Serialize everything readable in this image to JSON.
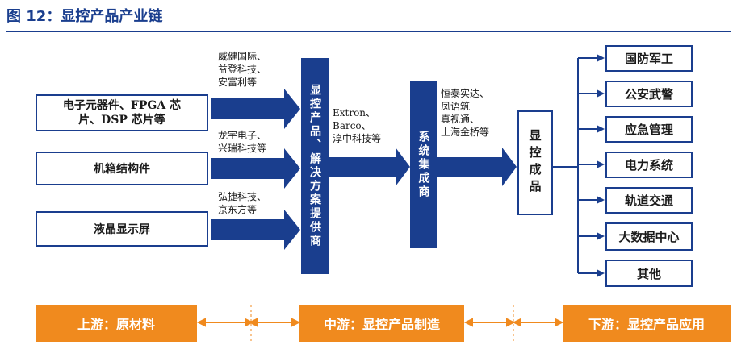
{
  "figure": {
    "title": "图 12：显控产品产业链"
  },
  "inputs": [
    {
      "label": "电子元器件、FPGA 芯\n片、DSP 芯片等"
    },
    {
      "label": "机箱结构件"
    },
    {
      "label": "液晶显示屏"
    }
  ],
  "input_notes": [
    "威健国际、\n益登科技、\n安富利等",
    "龙宇电子、\n兴瑞科技等",
    "弘捷科技、\n京东方等"
  ],
  "solution_provider": "显控产品、解决方案提供商",
  "mid_note": "Extron、\nBarco、\n淳中科技等",
  "integrator": "系统集成商",
  "integrator_note": "恒泰实达、\n凤语筑\n真视通、\n上海金桥等",
  "product": "显控成品",
  "apps": [
    "国防军工",
    "公安武警",
    "应急管理",
    "电力系统",
    "轨道交通",
    "大数据中心",
    "其他"
  ],
  "stages": {
    "upstream": "上游：原材料",
    "midstream": "中游：显控产品制造",
    "downstream": "下游：显控产品应用"
  },
  "colors": {
    "primary": "#1a3e8e",
    "stage": "#f08a1e"
  }
}
